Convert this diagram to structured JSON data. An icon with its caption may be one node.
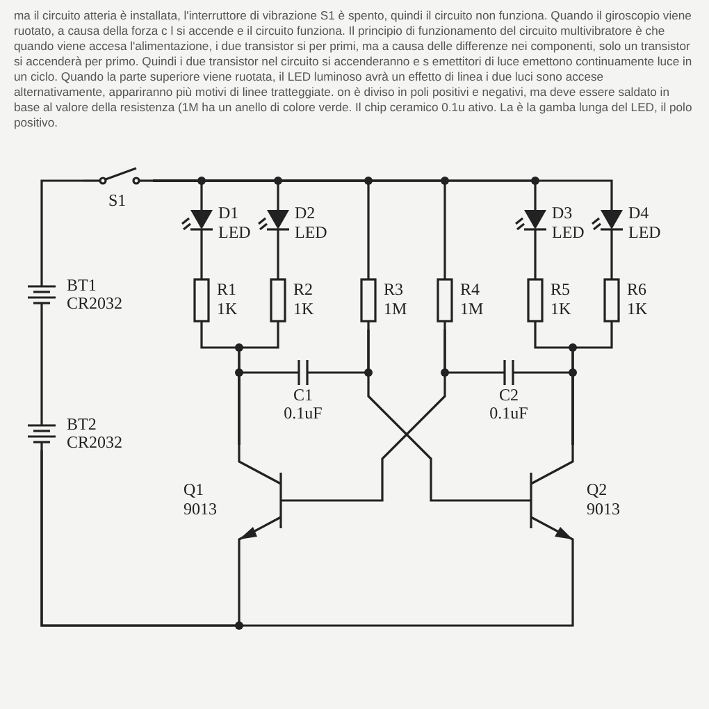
{
  "diagram": {
    "nodes": [
      {
        "text": [
          "S1"
        ]
      },
      {
        "text": [
          "BT1",
          "CR2032"
        ]
      },
      {
        "text": [
          "BT2",
          "CR2032"
        ]
      },
      {
        "text": [
          "D1",
          "LED"
        ]
      },
      {
        "text": [
          "D2",
          "LED"
        ]
      },
      {
        "text": [
          "R1",
          "1K"
        ]
      },
      {
        "text": [
          "R2",
          "1K"
        ]
      },
      {
        "text": [
          "R3",
          "1M"
        ]
      },
      {
        "text": [
          "R4",
          "1M"
        ]
      },
      {
        "text": [
          "D3",
          "LED"
        ]
      },
      {
        "text": [
          "D4",
          "LED"
        ]
      },
      {
        "text": [
          "R5",
          "1K"
        ]
      },
      {
        "text": [
          "R6",
          "1K"
        ]
      },
      {
        "text": [
          "C1",
          "0.1uF"
        ]
      },
      {
        "text": [
          "C2",
          "0.1uF"
        ]
      },
      {
        "text": [
          "Q1",
          "9013"
        ]
      },
      {
        "text": [
          "Q2",
          "9013"
        ]
      }
    ],
    "edges": [
      {
        "from": 1,
        "to": 0,
        "arrow": "none"
      },
      {
        "from": 2,
        "to": 1,
        "arrow": "none"
      },
      {
        "from": 0,
        "to": 3,
        "arrow": "none"
      },
      {
        "from": 0,
        "to": 4,
        "arrow": "none"
      },
      {
        "from": 0,
        "to": 7,
        "arrow": "none"
      },
      {
        "from": 0,
        "to": 8,
        "arrow": "none"
      },
      {
        "from": 0,
        "to": 9,
        "arrow": "none"
      },
      {
        "from": 0,
        "to": 10,
        "arrow": "none"
      },
      {
        "from": 3,
        "to": 5,
        "arrow": "none"
      },
      {
        "from": 4,
        "to": 6,
        "arrow": "none"
      },
      {
        "from": 9,
        "to": 11,
        "arrow": "none"
      },
      {
        "from": 10,
        "to": 12,
        "arrow": "none"
      },
      {
        "from": 5,
        "to": 15,
        "arrow": "none"
      },
      {
        "from": 6,
        "to": 15,
        "arrow": "none"
      },
      {
        "from": 13,
        "to": 15,
        "arrow": "none"
      },
      {
        "from": 7,
        "to": 13,
        "arrow": "none"
      },
      {
        "from": 7,
        "to": 16,
        "arrow": "none"
      },
      {
        "from": 8,
        "to": 14,
        "arrow": "none"
      },
      {
        "from": 8,
        "to": 15,
        "arrow": "none"
      },
      {
        "from": 14,
        "to": 16,
        "arrow": "none"
      },
      {
        "from": 11,
        "to": 16,
        "arrow": "none"
      },
      {
        "from": 12,
        "to": 16,
        "arrow": "none"
      },
      {
        "from": 2,
        "to": 15,
        "arrow": "none"
      },
      {
        "from": 2,
        "to": 16,
        "arrow": "none"
      }
    ],
    "labels": [
      "ma il circuito atteria è installata, l'interruttore di vibrazione S1 è spento, quindi il circuito non funziona. Quando il giroscopio viene ruotato, a causa della forza c l si accende e il circuito funziona. Il principio di funzionamento del circuito multivibratore è che quando viene accesa l'alimentazione, i due transistor si per primi, ma a causa delle differenze nei componenti, solo un transistor si accenderà per primo. Quindi i due transistor nel circuito si accenderanno e s emettitori di luce emettono continuamente luce in un ciclo. Quando la parte superiore viene ruotata, il LED luminoso avrà un effetto di linea i due luci sono accese alternativamente, appariranno più motivi di linee tratteggiate. on è diviso in poli positivi e negativi, ma deve essere saldato in base al valore della resistenza (1M ha un anello di colore verde. Il chip ceramico 0.1u ativo. La è la gamba lunga del LED, il polo positivo."
    ]
  }
}
